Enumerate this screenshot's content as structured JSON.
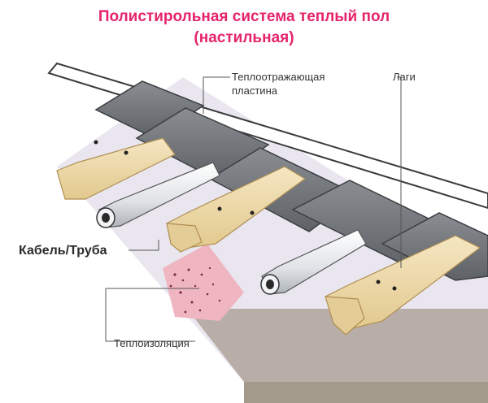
{
  "title": {
    "line1": "Полистирольная система теплый пол",
    "line2": "(настильная)"
  },
  "labels": {
    "reflective_plate_line1": "Теплоотражающая",
    "reflective_plate_line2": "пластина",
    "joists": "Лаги",
    "cable_pipe": "Кабель/Труба",
    "insulation": "Теплоизоляция"
  },
  "colors": {
    "title": "#e5246b",
    "plate": "#6f7379",
    "wood": "#f1dfb3",
    "wood_edge": "#c7a86a",
    "pipe": "#e9ebee",
    "insulation": "#e8a0b0",
    "leader": "#555555"
  }
}
